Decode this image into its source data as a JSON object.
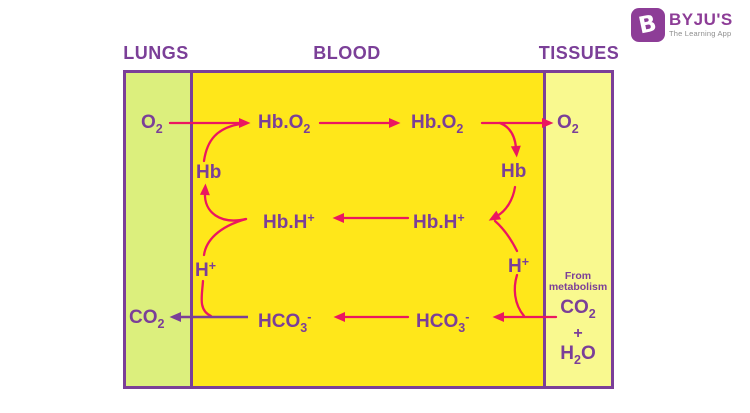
{
  "brand": {
    "name": "BYJU'S",
    "tagline": "The Learning App",
    "badge_letter": "B"
  },
  "colors": {
    "purple": "#7B3F98",
    "pink": "#EB1660",
    "lungs_bg": "#DCEF7D",
    "blood_bg": "#FFE71A",
    "tissues_bg": "#F9F98F",
    "logo_purple": "#8D3D97",
    "tagline_gray": "#8E8E8E"
  },
  "headers": {
    "lungs": "LUNGS",
    "blood": "BLOOD",
    "tissues": "TISSUES"
  },
  "labels": {
    "o2_lungs": {
      "pre": "O",
      "sub": "2"
    },
    "hbo2_left": {
      "pre": "Hb.O",
      "sub": "2"
    },
    "hbo2_right": {
      "pre": "Hb.O",
      "sub": "2"
    },
    "o2_tissues": {
      "pre": "O",
      "sub": "2"
    },
    "hb_left": {
      "pre": "Hb"
    },
    "hb_right": {
      "pre": "Hb"
    },
    "hbh_left": {
      "pre": "Hb.H",
      "sup": "+"
    },
    "hbh_right": {
      "pre": "Hb.H",
      "sup": "+"
    },
    "h_left": {
      "pre": "H",
      "sup": "+"
    },
    "h_right": {
      "pre": "H",
      "sup": "+"
    },
    "co2_lungs": {
      "pre": "CO",
      "sub": "2"
    },
    "hco3_left": {
      "pre": "HCO",
      "sub": "3",
      "sup": "-"
    },
    "hco3_right": {
      "pre": "HCO",
      "sub": "3",
      "sup": "-"
    },
    "from_metabolism": {
      "line1": "From",
      "line2": "metabolism"
    },
    "co2_tissues": {
      "pre": "CO",
      "sub": "2"
    },
    "plus": {
      "pre": "+"
    },
    "h2o": {
      "pre": "H",
      "sub": "2",
      "post": "O"
    }
  },
  "arrows": [
    {
      "from": "O2 (lungs)",
      "to": "Hb.O2 (blood)",
      "color": "pink"
    },
    {
      "from": "Hb.O2 (blood left)",
      "to": "Hb.O2 (blood right)",
      "color": "pink"
    },
    {
      "from": "Hb.O2 (blood right)",
      "to": "O2 (tissues)",
      "color": "pink"
    },
    {
      "from": "Hb.O2 release branch",
      "to": "Hb (right)",
      "color": "pink"
    },
    {
      "from": "Hb (right) + H+ (right)",
      "to": "Hb.H+ (right)",
      "color": "pink"
    },
    {
      "from": "Hb.H+ (right)",
      "to": "Hb.H+ (left)",
      "color": "pink"
    },
    {
      "from": "Hb.H+ (left)",
      "to": "Hb (left) + H+ (left)",
      "color": "pink"
    },
    {
      "from": "Hb (left)",
      "to": "O2 to Hb.O2 arrow",
      "color": "pink"
    },
    {
      "from": "CO2 + H2O (tissues, from metabolism)",
      "to": "HCO3- (blood right) + H+ (right)",
      "color": "pink"
    },
    {
      "from": "HCO3- (blood right)",
      "to": "HCO3- (blood left)",
      "color": "pink"
    },
    {
      "from": "HCO3- (blood left) + H+ (left)",
      "to": "CO2 (lungs)",
      "color": "purple"
    }
  ]
}
